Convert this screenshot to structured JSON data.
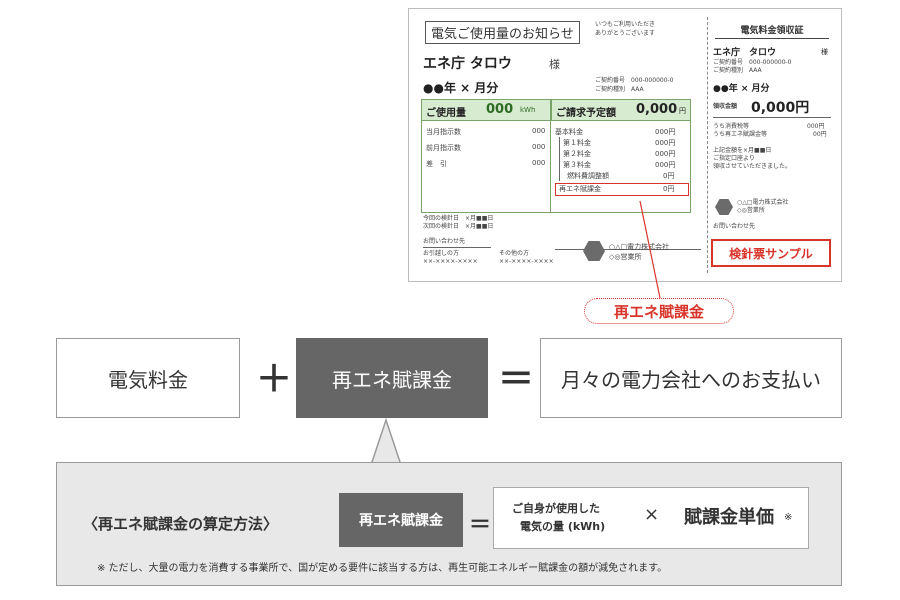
{
  "colors": {
    "accent_red": "#d9342b",
    "usage_green": "#d7ebd0",
    "dark_box": "#666666",
    "panel_gray": "#e8e8e8"
  },
  "bill": {
    "title": "電気ご使用量のお知らせ",
    "greeting_line1": "いつもご利用いただき",
    "greeting_line2": "ありがとうございます",
    "customer_name": "エネ庁 タロウ",
    "honorific": "様",
    "contract_no": "ご契約番号　000-000000-0",
    "contract_type": "ご契約種別　AAA",
    "month": "●●年 × 月分",
    "usage_label": "ご使用量",
    "usage_value": "000",
    "usage_unit": "kWh",
    "amount_label": "ご請求予定額",
    "amount_value": "0,000",
    "amount_unit": "円",
    "meter_rows": [
      {
        "label": "当月指示数",
        "value": "000"
      },
      {
        "label": "前月指示数",
        "value": "000"
      },
      {
        "label": "差　引",
        "value": "000"
      }
    ],
    "charge_rows": [
      {
        "label": "基本料金",
        "value": "000円"
      },
      {
        "label": "第１料金",
        "value": "000円"
      },
      {
        "label": "第２料金",
        "value": "000円"
      },
      {
        "label": "第３料金",
        "value": "000円"
      },
      {
        "label": "燃料費調整額",
        "value": "0円"
      },
      {
        "label": "再エネ賦課金",
        "value": "0円"
      }
    ],
    "inspection_this": "今回の検針日　×月■■日",
    "inspection_next": "次回の検針日　×月■■日",
    "contact_header": "お問い合わせ先",
    "contact_move_label": "お引越しの方",
    "contact_move_number": "××-××××-××××",
    "contact_other_label": "その他の方",
    "contact_other_number": "××-××××-××××",
    "company_line1": "○△□電力株式会社",
    "company_line2": "◇◎営業所"
  },
  "receipt": {
    "title": "電気料金領収証",
    "customer_name": "エネ庁　タロウ",
    "honorific": "様",
    "contract_no": "ご契約番号　000-000000-0",
    "contract_type": "ご契約種別　AAA",
    "month": "●●年 × 月分",
    "received_label": "領収金額",
    "received_value": "0,000円",
    "tax_label": "うち消費税等",
    "tax_value": "000円",
    "renewable_label": "うち再エネ賦課金等",
    "renewable_value": "00円",
    "note1": "上記金額を×月■■日",
    "note2": "ご指定口座より",
    "note3": "領収させていただきました。",
    "company_line1": "○△□電力株式会社",
    "company_line2": "◇◎営業所",
    "contact_header": "お問い合わせ先",
    "sample_label": "検針票サンプル"
  },
  "callout_label": "再エネ賦課金",
  "equation": {
    "term1": "電気料金",
    "plus": "＋",
    "term2": "再エネ賦課金",
    "equals": "＝",
    "result": "月々の電力会社へのお支払い"
  },
  "formula": {
    "title": "〈再エネ賦課金の算定方法〉",
    "dark_label": "再エネ賦課金",
    "equals": "＝",
    "usage_line1": "ご自身が使用した",
    "usage_line2": "電気の量 (kWh)",
    "times": "×",
    "unit_price": "賦課金単価",
    "mark": "※",
    "note": "※ ただし、大量の電力を消費する事業所で、国が定める要件に該当する方は、再生可能エネルギー賦課金の額が減免されます。"
  }
}
